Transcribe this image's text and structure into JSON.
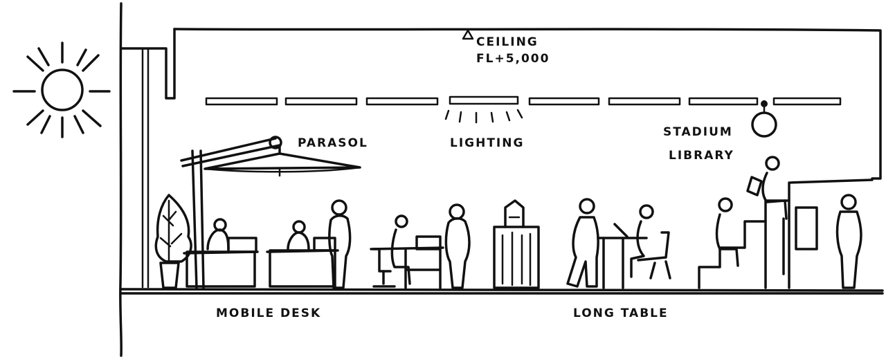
{
  "labels": {
    "ceiling_line1": "CEILING",
    "ceiling_line2": "FL+5,000",
    "lighting": "LIGHTING",
    "parasol": "PARASOL",
    "stadium_line1": "STADIUM",
    "stadium_line2": "LIBRARY",
    "mobile_desk": "MOBILE DESK",
    "long_table": "LONG TABLE"
  },
  "colors": {
    "ink": "#111111",
    "paper": "#ffffff"
  }
}
